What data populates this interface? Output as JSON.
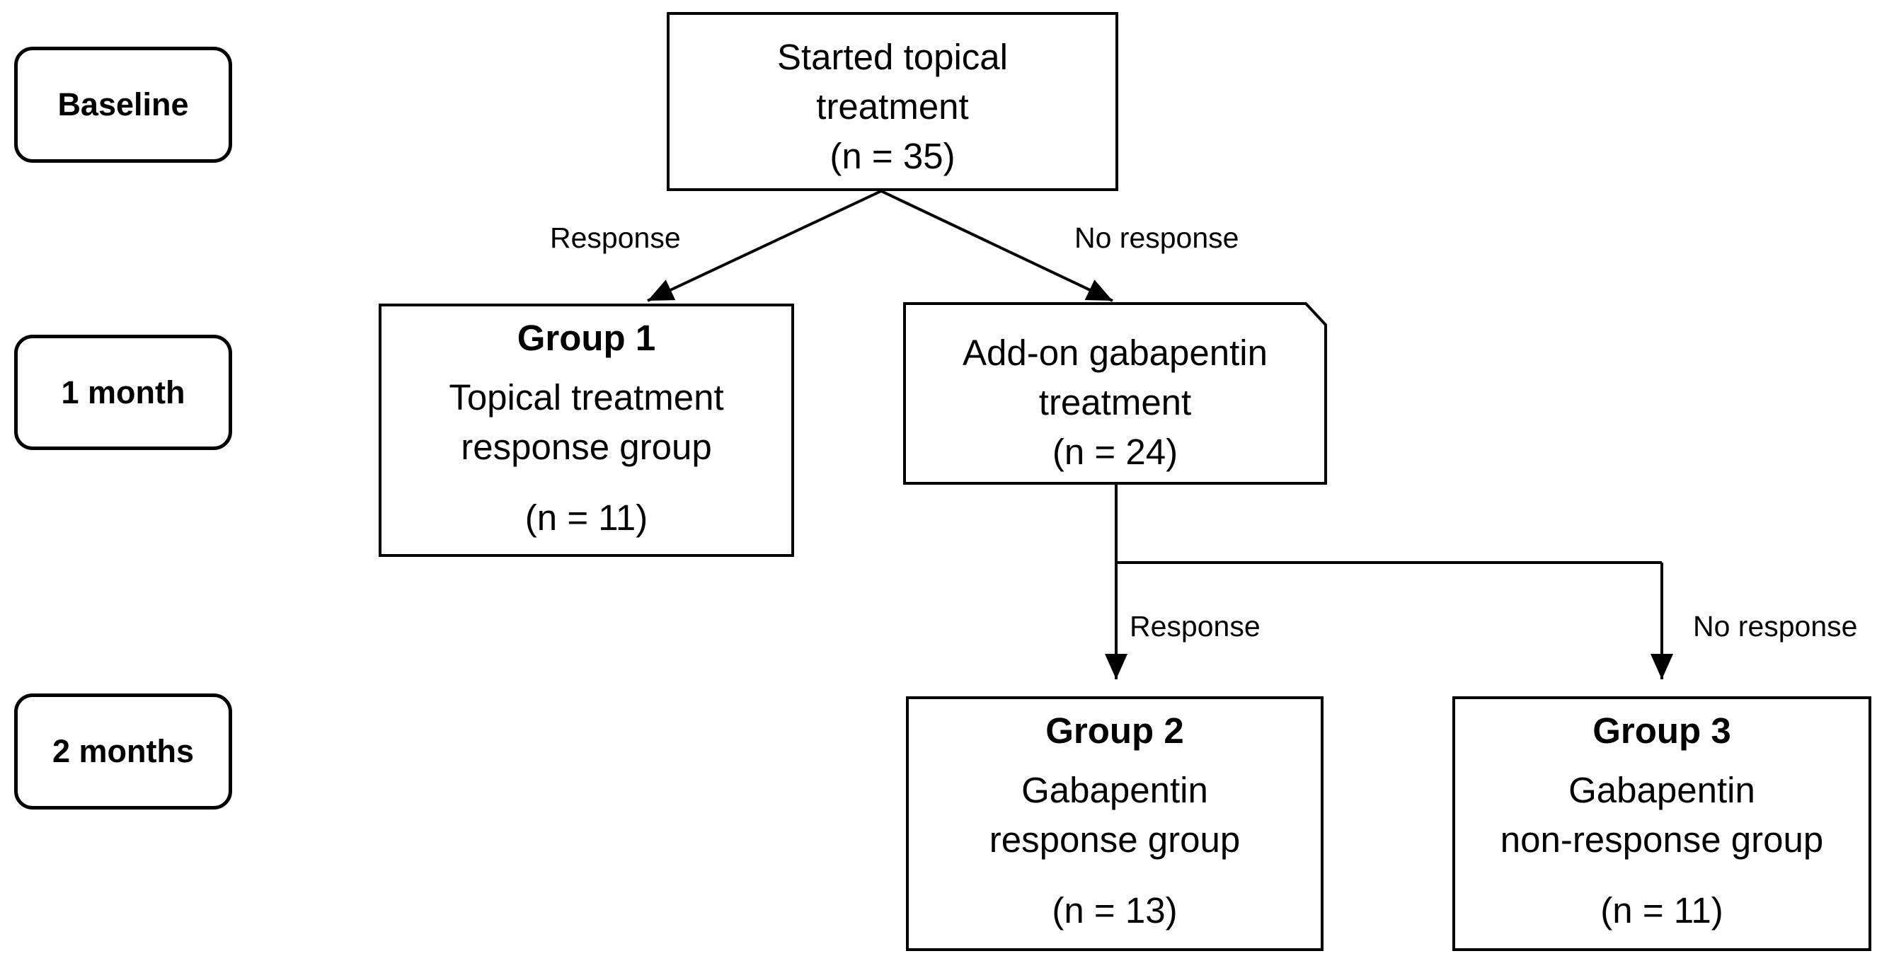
{
  "phases": {
    "baseline": "Baseline",
    "one_month": "1 month",
    "two_months": "2 months"
  },
  "nodes": {
    "start": {
      "line1": "Started topical",
      "line2": "treatment",
      "count": "(n = 35)"
    },
    "group1": {
      "title": "Group 1",
      "line1": "Topical treatment",
      "line2": "response group",
      "count": "(n = 11)"
    },
    "addon": {
      "line1": "Add-on gabapentin",
      "line2": "treatment",
      "count": "(n = 24)"
    },
    "group2": {
      "title": "Group 2",
      "line1": "Gabapentin",
      "line2": "response group",
      "count": "(n = 13)"
    },
    "group3": {
      "title": "Group 3",
      "line1": "Gabapentin",
      "line2": "non-response group",
      "count": "(n = 11)"
    }
  },
  "edges": {
    "start_to_group1": "Response",
    "start_to_addon": "No response",
    "addon_to_group2": "Response",
    "addon_to_group3": "No response"
  }
}
